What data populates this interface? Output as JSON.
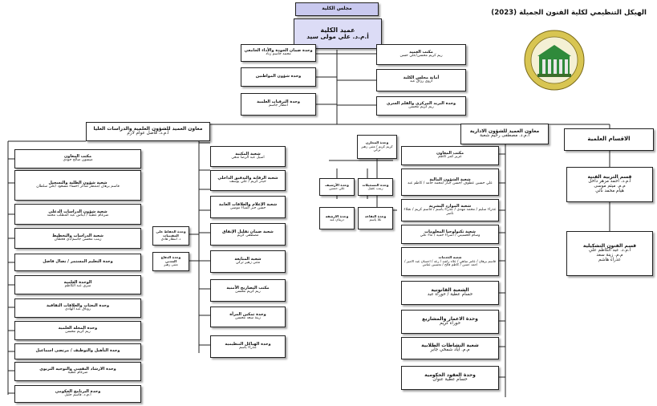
{
  "title": "الهيكل التنظيمي لكلية الفنون الجميلة (2023)",
  "top": {
    "council": "مجلس الكلية",
    "dean_title": "عميد الكلية",
    "dean_name": "أ.م.د. علي مولى سيد"
  },
  "dean_units": {
    "quality": {
      "t": "وحدة ضمان الجودة والأداء الجامعي",
      "s": "محمد جاسم زناد"
    },
    "citizen": {
      "t": "وحدة شؤون المواطنين",
      "s": ""
    },
    "promotions": {
      "t": "وحدة الترقيات العلمية",
      "s": "انتظار جاسم"
    },
    "dean_office": {
      "t": "مكتب العميد",
      "s": "ريم كريم محسن/علي حسن"
    },
    "council_sec": {
      "t": "أمانة مجلس الكلية",
      "s": "ازوى رزاق عبد"
    },
    "mail": {
      "t": "وحدة البريد المركزي والقلم السري",
      "s": "ريم كريم محسن"
    }
  },
  "sci_assistant": {
    "title": "معاون العميد للشؤون العلمية والدراسات العليا",
    "name": "أ.م.د. فاضل عوام لازم"
  },
  "adm_assistant": {
    "title": "معاون العميد للشؤون الادارية",
    "name": "أ.م.د. مصطفى رحيم شعبة"
  },
  "departments": {
    "header": "الاقسام العلمية",
    "art_edu": {
      "t": "قسم التربية الفنية",
      "s1": "أ.م.د. أحمد مزهر داخل",
      "s2": "م.م. ميثم موسى",
      "s3": "هيام محمد ناثي"
    },
    "plastic": {
      "t": "قسم الفنون التشكيلية",
      "s1": "أ.م.د. عبد الكاظم علي",
      "s2": "م.م. زينة سعد",
      "s3": "عذراء هاشم"
    }
  },
  "sci_units": [
    {
      "t": "مكتب المعاون",
      "s": "ميسون صالح جودي"
    },
    {
      "t": "شعبة شؤون الطلبة والتسجيل",
      "s": "قاسم برهان /منتظر شاكر /حساء مسعود /علي سلطان"
    },
    {
      "t": "شعبة شؤون الدراسات الدعلى",
      "s": "ضرغام عطية / ايناس عبد المطلب محمد"
    },
    {
      "t": "شعبة الدراسات والتخطيط",
      "s": "زينب محسن جاسم/ذي قحطان"
    },
    {
      "t": "وحدة التعليم المستمر / نضال فاضل",
      "s": ""
    },
    {
      "t": "الوحدة العلمية",
      "s": "سرى عبد الكاظم"
    },
    {
      "t": "وحدة البعثات والعلاقات الثقافية",
      "s": "روناق عبد الهادي"
    },
    {
      "t": "وحدة المجلة العلمية",
      "s": "ريم كريم محسن"
    },
    {
      "t": "وحدة التأهيل والتوظيف / مرتضى اسماعيل",
      "s": ""
    },
    {
      "t": "وحدة الارشاد النفسي والتوجيه التربوي",
      "s": "ضرغام عطية"
    },
    {
      "t": "وحدة البرنامج الحكومي",
      "s": "أ.م.د. قاسم جليل"
    }
  ],
  "mid_units": [
    {
      "t": "شعبة المكتبة",
      "s": "اسيل عبد الرضا منغي"
    },
    {
      "t": "شعبة الرقابة والتدقيق الداخلي",
      "s": "حيدر كريم / علي يوسف"
    },
    {
      "t": "شعبة الإعلام والعلاقات العامة",
      "s": "حسن جبر /لمياء موسى"
    },
    {
      "t": "شعبة ضمان تقليل الإنفاق",
      "s": "مصطفى كريم"
    },
    {
      "t": "شعبة المتابعة",
      "s": "مثنى زهير تركي"
    },
    {
      "t": "مكتب التصاريح الأمنية",
      "s": "ريم كريم محسن"
    },
    {
      "t": "وحدة تمكين المرأة",
      "s": "زينة سعد محسن"
    },
    {
      "t": "وحدة الهياكل التنظيمية",
      "s": "عذراء ياسم"
    }
  ],
  "side_units": [
    {
      "t": "وحدة الحفاظ على المقتنيات",
      "s": "د. انتظار هادي"
    },
    {
      "t": "وحدة الدفاع المدني",
      "s": "مثنى زهير"
    }
  ],
  "small_units": {
    "storage": {
      "t": "وحدة المخازن",
      "s": "كريم كريم / مثنى زهير تركي"
    },
    "archive": {
      "t": "وحدة الأرشيف",
      "s": "علي حسين"
    },
    "records": {
      "t": "وحدة التسجيلات",
      "s": "زينب عقيل"
    },
    "arch": {
      "t": "وحدة الارشفة",
      "s": "دريئان عبد"
    },
    "retire": {
      "t": "وحدة التقاعد",
      "s": "علا ياسم"
    }
  },
  "adm_units": [
    {
      "t": "مكتب المعاون",
      "s": "عزيز كمر كاظم"
    },
    {
      "t": "شعبة الشؤون المالية",
      "s": "علي حسين عطوف /حسن جبار /محمد حامد / كاظم عبد"
    },
    {
      "t": "شعبة الموارد البشرية",
      "s": "عذراء سليم / محمد مهدي / عذراء باسم / جاسم كريم / نجلاء ناصر"
    },
    {
      "t": "شعبة تكنولوجيا المعلومات",
      "s": "وسام الحسيني / اسراء حميد / ثناء علي"
    },
    {
      "t": "شعبة الخدمات",
      "s": "قاسم برهان / عامر ساهي / علاء راشد / رعد / احسان عبد الامير / احمد حسن / كاظم فالح / تحسين عباس"
    },
    {
      "t": "الشعبة القانونية",
      "s": "حسام عطية / حوراء عبد"
    },
    {
      "t": "وحدة الاعمار والمشاريع",
      "s": "حوراء كريم"
    },
    {
      "t": "شعبة النشاطات الطلابية",
      "s": "م.م. اياد شمخي جابر"
    },
    {
      "t": "وحدة العقود الحكومية",
      "s": "حسام عطية عنوان"
    }
  ]
}
